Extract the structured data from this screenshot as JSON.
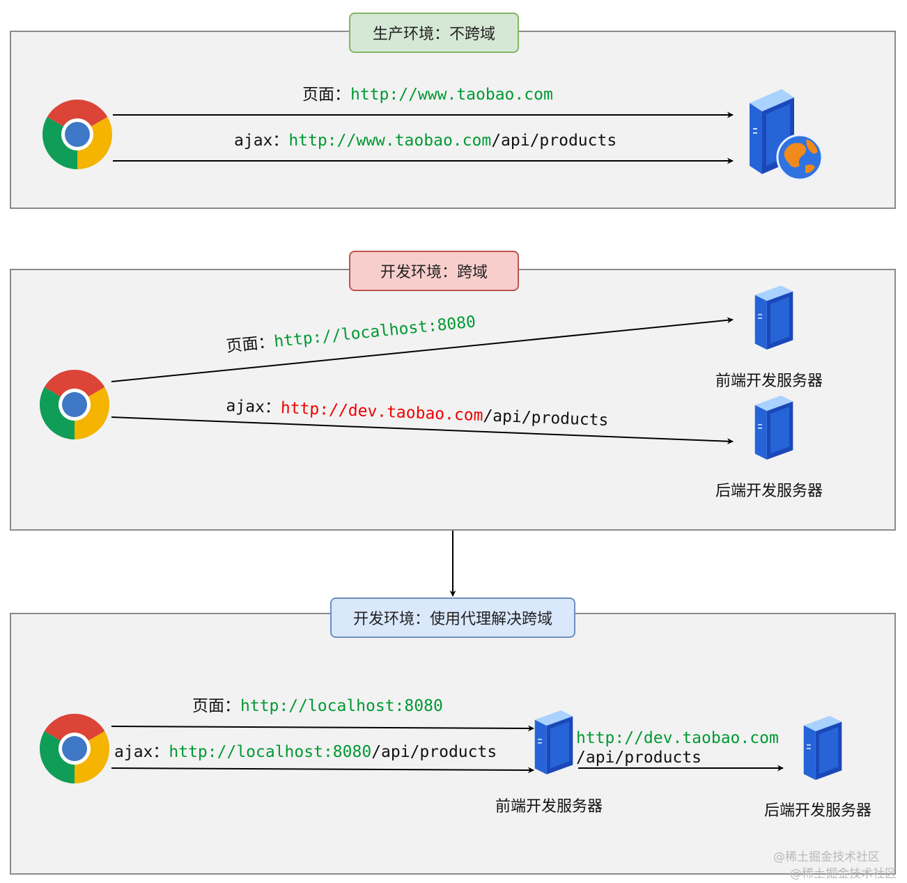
{
  "sections": {
    "production": {
      "title": "生产环境：不跨域"
    },
    "development": {
      "title": "开发环境：跨域"
    },
    "proxy": {
      "title": "开发环境：使用代理解决跨域"
    }
  },
  "labels": {
    "page_prefix": "页面：",
    "ajax_prefix": "ajax：",
    "prod_page_url": "http://www.taobao.com",
    "prod_ajax_host": "http://www.taobao.com",
    "api_path": "/api/products",
    "dev_page_url": "http://localhost:8080",
    "dev_ajax_host": "http://dev.taobao.com",
    "proxy_page_url": "http://localhost:8080",
    "proxy_ajax_host": "http://localhost:8080",
    "proxy_forward_host": "http://dev.taobao.com",
    "proxy_forward_path": "/api/products"
  },
  "servers": {
    "frontend": "前端开发服务器",
    "backend": "后端开发服务器"
  },
  "watermark": "@稀土掘金技术社区",
  "colors": {
    "url_green": "#009933",
    "url_red": "#ee0000",
    "panel_bg": "#f2f2f2",
    "panel_border": "#8a8a8a",
    "tag_green": "#d5e8d4",
    "tag_red": "#f8cecc",
    "tag_blue": "#dae8fc"
  },
  "icons": [
    "chrome-icon",
    "server-globe-icon",
    "server-icon"
  ]
}
